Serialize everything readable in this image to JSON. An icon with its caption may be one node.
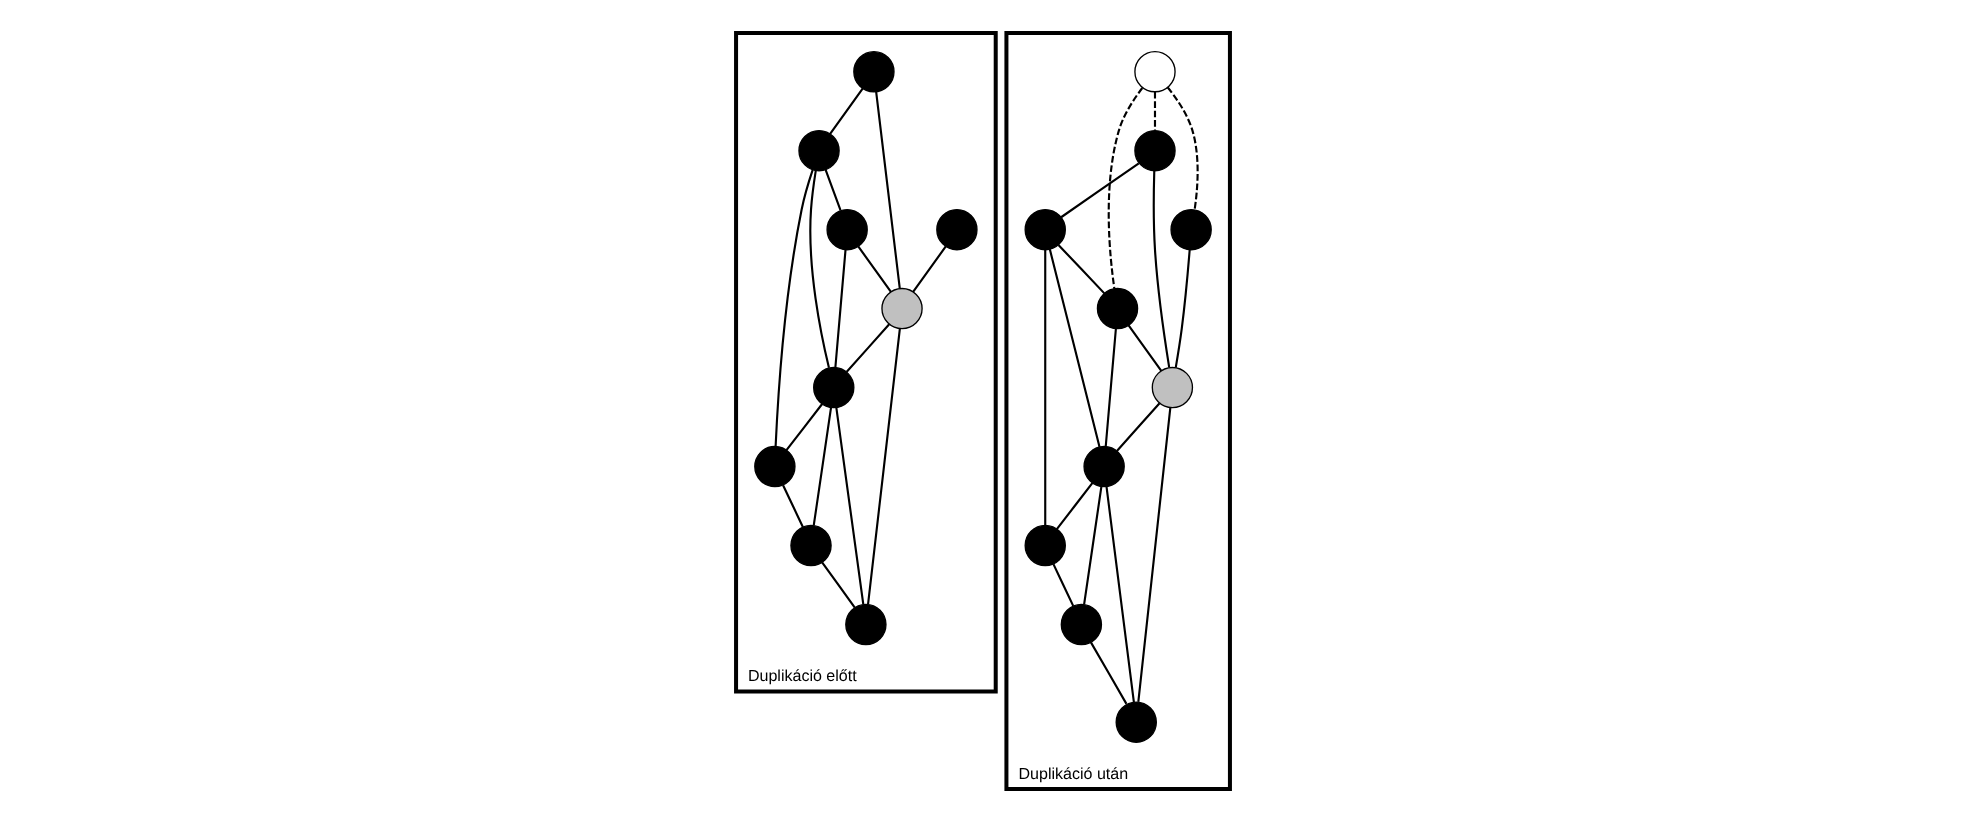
{
  "diagram": {
    "nodes": [
      {
        "text": [
          "Duplikáció előtt"
        ]
      },
      {
        "text": [],
        "shape": "circle",
        "in": 0
      },
      {
        "text": [],
        "shape": "circle",
        "in": 0
      },
      {
        "text": [],
        "shape": "circle",
        "in": 0
      },
      {
        "text": [],
        "shape": "circle",
        "in": 0
      },
      {
        "text": [],
        "shape": "circle",
        "in": 0
      },
      {
        "text": [],
        "shape": "circle",
        "in": 0
      },
      {
        "text": [],
        "shape": "circle",
        "in": 0
      },
      {
        "text": [],
        "shape": "circle",
        "in": 0
      },
      {
        "text": [],
        "shape": "circle",
        "in": 0
      },
      {
        "text": [
          "Duplikáció után"
        ]
      },
      {
        "text": [],
        "shape": "circle",
        "in": 10
      },
      {
        "text": [],
        "shape": "circle",
        "in": 10
      },
      {
        "text": [],
        "shape": "circle",
        "in": 10
      },
      {
        "text": [],
        "shape": "circle",
        "in": 10
      },
      {
        "text": [],
        "shape": "circle",
        "in": 10
      },
      {
        "text": [],
        "shape": "circle",
        "in": 10
      },
      {
        "text": [],
        "shape": "circle",
        "in": 10
      },
      {
        "text": [],
        "shape": "circle",
        "in": 10
      },
      {
        "text": [],
        "shape": "circle",
        "in": 10
      },
      {
        "text": [],
        "shape": "circle",
        "in": 10
      }
    ],
    "edges": [
      {
        "from": 1,
        "to": 2,
        "arrow": "none"
      },
      {
        "from": 1,
        "to": 5,
        "arrow": "none"
      },
      {
        "from": 2,
        "to": 4,
        "arrow": "none"
      },
      {
        "from": 2,
        "to": 7,
        "arrow": "none"
      },
      {
        "from": 2,
        "to": 6,
        "arrow": "none"
      },
      {
        "from": 3,
        "to": 5,
        "arrow": "none"
      },
      {
        "from": 4,
        "to": 5,
        "arrow": "none"
      },
      {
        "from": 4,
        "to": 7,
        "arrow": "none"
      },
      {
        "from": 5,
        "to": 7,
        "arrow": "none"
      },
      {
        "from": 5,
        "to": 9,
        "arrow": "none"
      },
      {
        "from": 7,
        "to": 6,
        "arrow": "none"
      },
      {
        "from": 7,
        "to": 8,
        "arrow": "none"
      },
      {
        "from": 7,
        "to": 9,
        "arrow": "none"
      },
      {
        "from": 6,
        "to": 8,
        "arrow": "none"
      },
      {
        "from": 8,
        "to": 9,
        "arrow": "none"
      },
      {
        "from": 12,
        "to": 11,
        "arrow": "none",
        "style": "dashed"
      },
      {
        "from": 12,
        "to": 14,
        "arrow": "none",
        "style": "dashed"
      },
      {
        "from": 12,
        "to": 15,
        "arrow": "none",
        "style": "dashed"
      },
      {
        "from": 11,
        "to": 13,
        "arrow": "none"
      },
      {
        "from": 11,
        "to": 16,
        "arrow": "none"
      },
      {
        "from": 13,
        "to": 15,
        "arrow": "none"
      },
      {
        "from": 13,
        "to": 18,
        "arrow": "none"
      },
      {
        "from": 13,
        "to": 17,
        "arrow": "none"
      },
      {
        "from": 14,
        "to": 16,
        "arrow": "none"
      },
      {
        "from": 15,
        "to": 16,
        "arrow": "none"
      },
      {
        "from": 15,
        "to": 18,
        "arrow": "none"
      },
      {
        "from": 16,
        "to": 18,
        "arrow": "none"
      },
      {
        "from": 16,
        "to": 20,
        "arrow": "none"
      },
      {
        "from": 18,
        "to": 17,
        "arrow": "none"
      },
      {
        "from": 18,
        "to": 19,
        "arrow": "none"
      },
      {
        "from": 18,
        "to": 20,
        "arrow": "none"
      },
      {
        "from": 17,
        "to": 19,
        "arrow": "none"
      },
      {
        "from": 19,
        "to": 20,
        "arrow": "none"
      }
    ]
  }
}
